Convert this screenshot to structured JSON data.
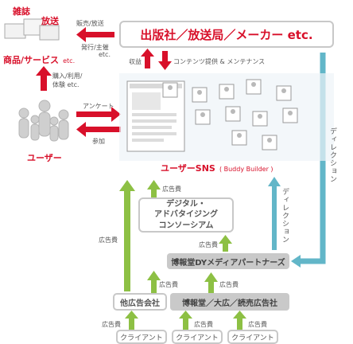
{
  "nodes": {
    "publishers": "出版社／放送局／メーカー etc.",
    "magazine": "雑誌",
    "broadcast": "放送",
    "products": "商品/サービス",
    "products_etc": "etc.",
    "users": "ユーザー",
    "sns": "ユーザーSNS",
    "sns_sub": "( Buddy Builder )",
    "consortium_line1": "デジタル・",
    "consortium_line2": "アドバタイジング",
    "consortium_line3": "コンソーシアム",
    "dymedia": "博報堂DYメディアパートナーズ",
    "other_agency": "他広告会社",
    "big_agencies": "博報堂／大広／読売広告社",
    "client1": "クライアント",
    "client2": "クライアント",
    "client3": "クライアント"
  },
  "labels": {
    "sales": "販売/放送",
    "publish_line1": "発行/主催",
    "publish_line2": "etc.",
    "purchase_line1": "購入/利用/",
    "purchase_line2": "体験 etc.",
    "revenue": "収益",
    "content": "コンテンツ提供 & メンテナンス",
    "survey": "アンケート",
    "join": "参加",
    "ad_fee_sns": "広告費",
    "ad_fee_left": "広告費",
    "ad_fee_consortium": "広告費",
    "ad_fee_other": "広告費",
    "ad_fee_big": "広告費",
    "ad_fee_c1": "広告費",
    "ad_fee_c2": "広告費",
    "ad_fee_c3": "広告費",
    "direction_right": "ディレクション",
    "direction_mid": "ディレクション"
  },
  "colors": {
    "red": "#d8102a",
    "green": "#8dc044",
    "teal": "#62b6c8",
    "gray_box": "#c9c9c9"
  }
}
